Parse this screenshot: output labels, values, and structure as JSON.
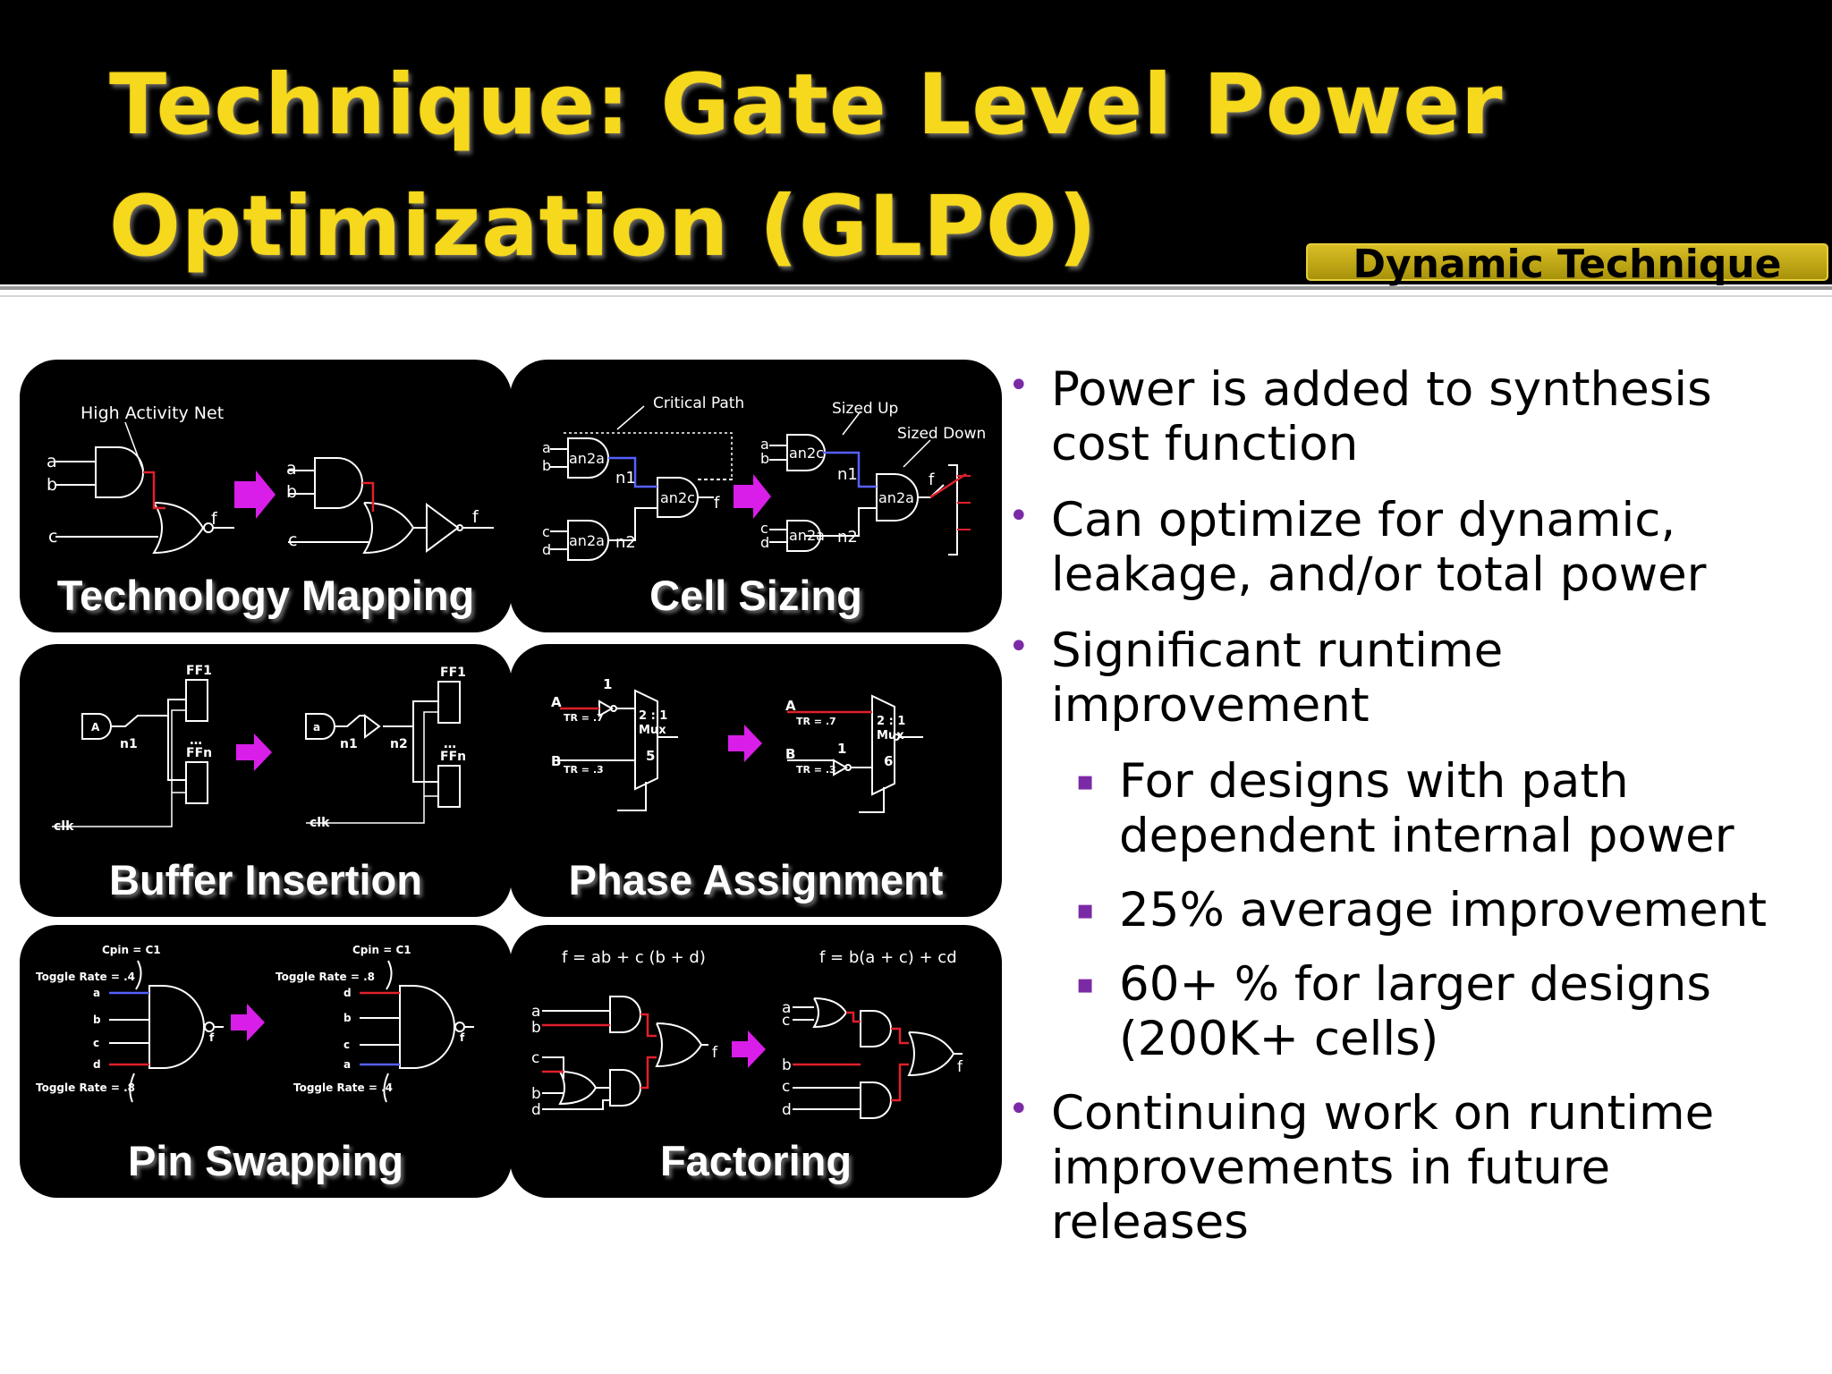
{
  "slide": {
    "title_line1": "Technique: Gate Level Power",
    "title_line2": "Optimization (GLPO)",
    "badge": "Dynamic Technique"
  },
  "panels": {
    "tech_mapping": {
      "label": "Technology Mapping",
      "annot": "High Activity Net",
      "a": "a",
      "b": "b",
      "c": "c",
      "f": "f"
    },
    "cell_sizing": {
      "label": "Cell Sizing",
      "critical": "Critical Path",
      "sized_up": "Sized Up",
      "sized_down": "Sized Down",
      "an2a": "an2a",
      "an2c": "an2c",
      "n1": "n1",
      "n2": "n2",
      "f": "f",
      "a": "a",
      "b": "b",
      "c": "c",
      "d": "d"
    },
    "buffer_insertion": {
      "label": "Buffer Insertion",
      "ff1": "FF1",
      "ffn": "FFn",
      "dots": "…",
      "n1": "n1",
      "n2": "n2",
      "clk": "clk",
      "A": "A",
      "a": "a"
    },
    "phase_assignment": {
      "label": "Phase Assignment",
      "A": "A",
      "B": "B",
      "tr7": "TR = .7",
      "tr3": "TR = .3",
      "one": "1",
      "mux": "2 : 1",
      "mux2": "Mux",
      "five": "5",
      "six": "6"
    },
    "pin_swapping": {
      "label": "Pin Swapping",
      "cpin": "Cpin = C1",
      "toggle4": "Toggle Rate = .4",
      "toggle8": "Toggle Rate = .8",
      "a": "a",
      "b": "b",
      "c": "c",
      "d": "d",
      "f": "f"
    },
    "factoring": {
      "label": "Factoring",
      "eq1": "f = ab + c (b + d)",
      "eq2": "f = b(a + c) + cd",
      "a": "a",
      "b": "b",
      "c": "c",
      "d": "d",
      "f": "f"
    }
  },
  "bullets": [
    {
      "level": 1,
      "text": "Power is added to synthesis cost function"
    },
    {
      "level": 1,
      "text": "Can optimize for dynamic, leakage, and/or total power"
    },
    {
      "level": 1,
      "text": "Significant runtime improvement"
    },
    {
      "level": 2,
      "text": "For designs with path dependent internal power"
    },
    {
      "level": 2,
      "text": "25% average improvement"
    },
    {
      "level": 2,
      "text": "60+ % for larger designs (200K+ cells)"
    },
    {
      "level": 1,
      "text": "Continuing work on runtime improvements in future releases"
    }
  ],
  "colors": {
    "title": "#f6d81d",
    "arrow": "#d81ee8",
    "bullet_marker": "#7b2aa6",
    "wire_red": "#e0202a",
    "wire_blue": "#5560ff"
  },
  "icons": {
    "bullet1": "circle-bullet",
    "bullet2": "square-bullet",
    "arrow": "right-arrow-icon"
  }
}
